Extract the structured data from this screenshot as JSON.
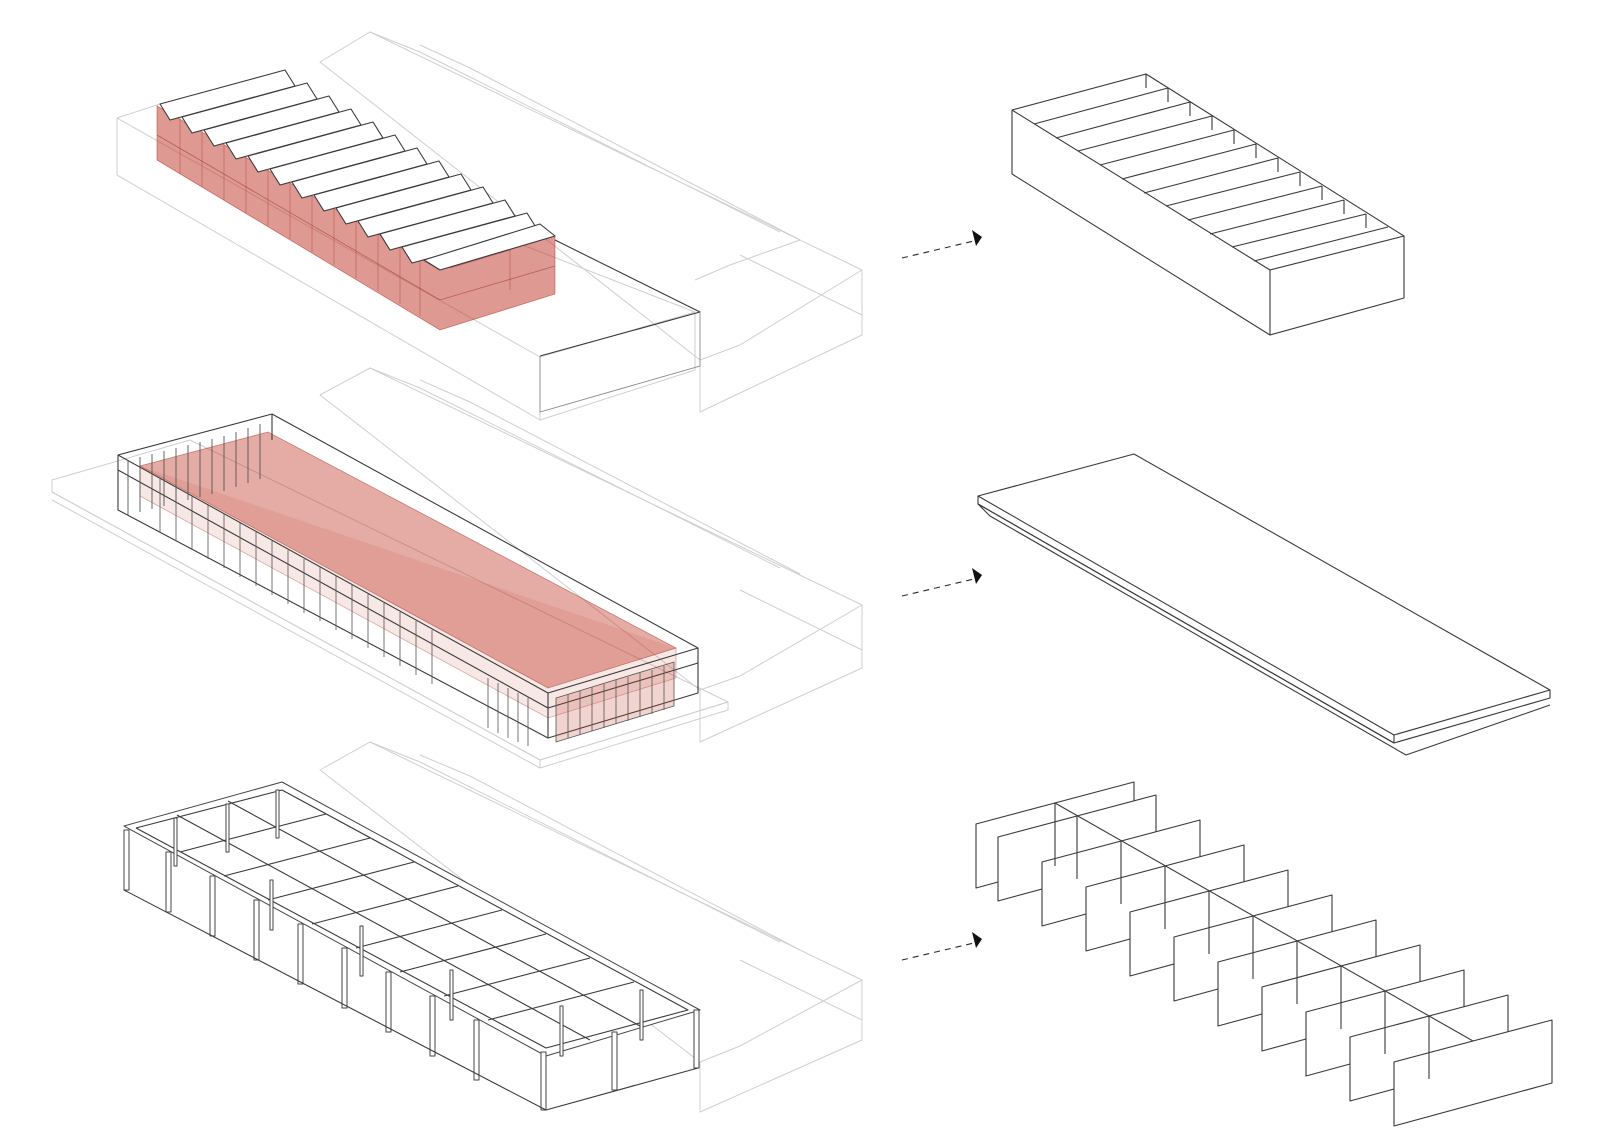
{
  "diagram": {
    "rows": [
      {
        "id": "roof",
        "component": "sawtooth-roof",
        "highlight_color": "#c0392b"
      },
      {
        "id": "floor",
        "component": "floor-slab",
        "highlight_color": "#c0392b"
      },
      {
        "id": "structure",
        "component": "frame-structure",
        "highlight_color": "none"
      }
    ],
    "colors": {
      "context_line": "#cfcfcf",
      "main_line": "#3a3a3a",
      "highlight_fill": "#c0392b",
      "arrow": "#111111"
    }
  }
}
